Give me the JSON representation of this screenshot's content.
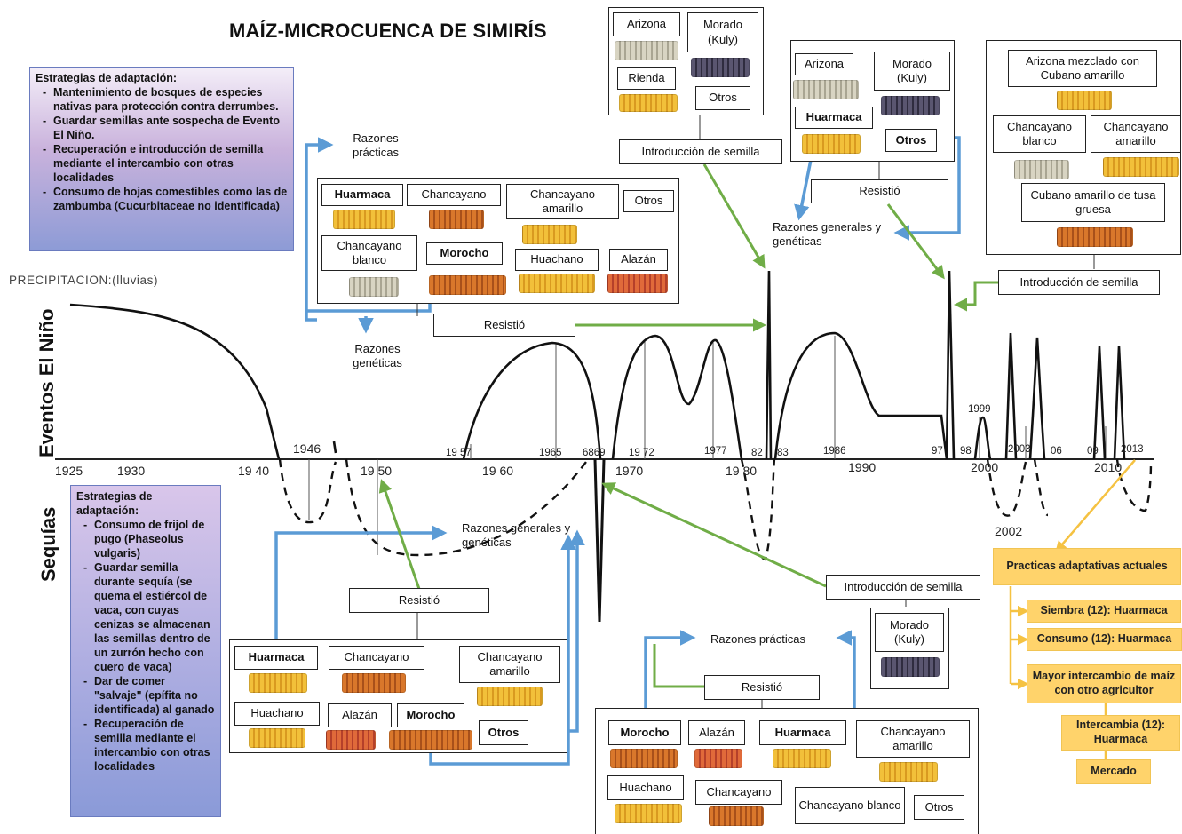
{
  "title": "MAÍZ-MICROCUENCA DE SIMIRÍS",
  "axis": {
    "precipitation_label": "PRECIPITACION:(lluvias)",
    "top_label": "Eventos El Niño",
    "bottom_label": "Sequías",
    "years_main": [
      "1925",
      "1930",
      "19 40",
      "19 50",
      "19 60",
      "1970",
      "19 80",
      "1990",
      "2000",
      "2010"
    ],
    "years_small": [
      "1946",
      "19 57",
      "1965",
      "6869",
      "19 72",
      "1977",
      "82",
      "83",
      "1986",
      "97",
      "98",
      "1999",
      "2003",
      "06",
      "09",
      "2013",
      "2002"
    ]
  },
  "strategies_nino": {
    "heading": "Estrategias de adaptación:",
    "items": [
      "Mantenimiento de bosques de especies nativas para protección contra derrumbes.",
      "Guardar semillas ante sospecha de Evento El Niño.",
      "Recuperación e introducción de semilla mediante el intercambio con otras localidades",
      "Consumo de hojas comestibles como las de zambumba (Cucurbitaceae no identificada)"
    ]
  },
  "strategies_drought": {
    "heading": "Estrategias de adaptación:",
    "items": [
      "Consumo de frijol de pugo (Phaseolus vulgaris)",
      "Guardar semilla durante sequía (se quema el estiércol de vaca, con cuyas cenizas se almacenan las semillas dentro de un zurrón hecho con cuero de vaca)",
      "Dar de comer \"salvaje\" (epífita no identificada) al ganado",
      "Recuperación de semilla mediante el intercambio con otras localidades"
    ]
  },
  "labels": {
    "razones_practicas": "Razones prácticas",
    "razones_geneticas": "Razones genéticas",
    "razones_generales": "Razones generales y genéticas",
    "resistio": "Resistió",
    "introduccion": "Introducción de semilla"
  },
  "varieties": {
    "huarmaca": "Huarmaca",
    "chancayano": "Chancayano",
    "chancayano_amarillo": "Chancayano amarillo",
    "otros": "Otros",
    "chancayano_blanco": "Chancayano blanco",
    "morocho": "Morocho",
    "huachano": "Huachano",
    "alazan": "Alazán",
    "arizona": "Arizona",
    "morado_kuly": "Morado (Kuly)",
    "rienda": "Rienda",
    "arizona_mezclado": "Arizona mezclado con Cubano amarillo",
    "cubano_amarillo": "Cubano amarillo de tusa gruesa"
  },
  "current_practices": {
    "heading": "Practicas adaptativas actuales",
    "siembra": "Siembra (12): Huarmaca",
    "consumo": "Consumo (12): Huarmaca",
    "intercambio": "Mayor intercambio de maíz con otro agricultor",
    "intercambia": "Intercambia (12): Huarmaca",
    "mercado": "Mercado"
  },
  "colors": {
    "blue_arrow": "#5b9bd5",
    "green_arrow": "#70ad47",
    "gold": "#f5c242"
  }
}
